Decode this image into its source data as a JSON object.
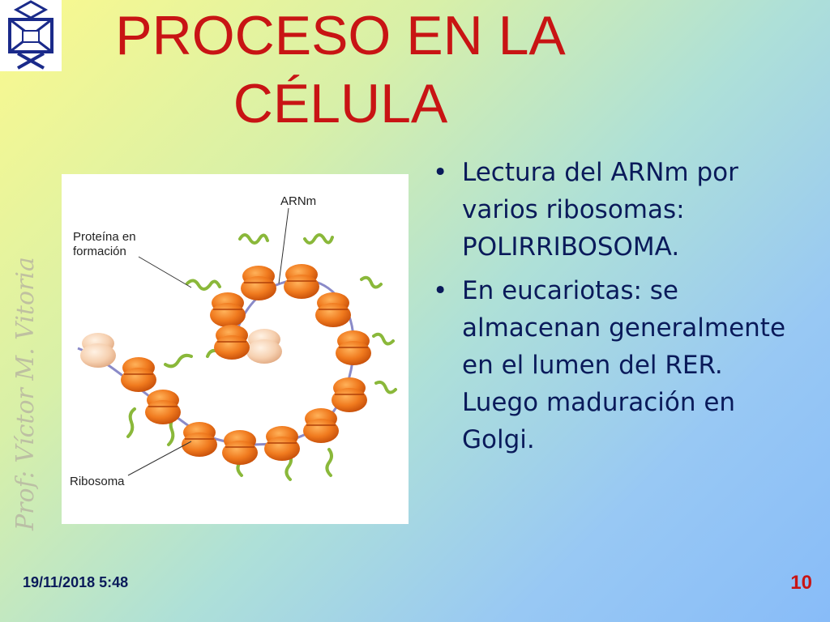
{
  "slide": {
    "title_line1": "PROCESO EN LA",
    "title_line2": "CÉLULA",
    "watermark": "Prof: Víctor M. Vitoria",
    "bullets": [
      "Lectura del ARNm por varios ribosomas: POLIRRIBOSOMA.",
      "En eucariotas: se almacenan generalmente en el lumen del RER. Luego maduración en Golgi."
    ],
    "bullet_glyph": "•",
    "footer_date": "19/11/2018 5:48",
    "page_number": "10"
  },
  "figure": {
    "label_arn": "ARNm",
    "label_protein_1": "Proteína en",
    "label_protein_2": "formación",
    "label_ribosome": "Ribosoma"
  },
  "colors": {
    "title": "#c81414",
    "text": "#0a1a5a",
    "ribosome": "#f07a1e",
    "ribosome_dark": "#c44c08",
    "protein": "#8ab83a",
    "mrna": "#8a8ac8"
  },
  "icons": {
    "logo": "university-crest-icon"
  }
}
